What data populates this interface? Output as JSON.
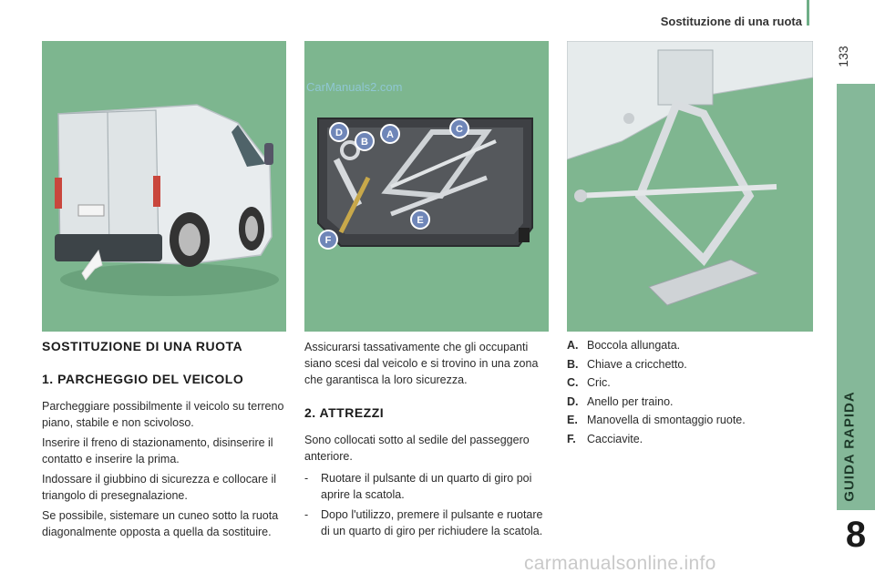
{
  "header": {
    "title": "Sostituzione di una ruota",
    "page_number": "133"
  },
  "side_tab": {
    "label": "GUIDA RAPIDA",
    "chapter_number": "8"
  },
  "figure_2": {
    "watermark": "CarManuals2.com",
    "callouts": [
      "D",
      "B",
      "A",
      "C",
      "E",
      "F"
    ]
  },
  "section_main": {
    "title": "SOSTITUZIONE DI UNA RUOTA"
  },
  "section_1": {
    "title": "1. PARCHEGGIO DEL VEICOLO",
    "paragraphs": [
      "Parcheggiare possibilmente il veicolo su terreno piano, stabile e non scivoloso.",
      "Inserire il freno di stazionamento, disinserire il contatto e inserire la prima.",
      "Indossare il giubbino di sicurezza e collocare il triangolo di presegnalazione.",
      "Se possibile, sistemare un cuneo sotto la ruota diagonalmente opposta a quella da sostituire."
    ]
  },
  "column_2": {
    "intro": "Assicurarsi tassativamente che gli occupanti siano scesi dal veicolo e si trovino in una zona che garantisca la loro sicurezza.",
    "section_2_title": "2. ATTREZZI",
    "section_2_text": "Sono collocati sotto al sedile del passeggero anteriore.",
    "bullets": [
      "Ruotare il pulsante di un quarto di giro poi aprire la scatola.",
      "Dopo l'utilizzo, premere il pulsante e ruotare di un quarto di giro per richiudere la scatola."
    ],
    "bullet_marker": "-"
  },
  "legend": [
    {
      "letter": "A.",
      "text": "Boccola allungata."
    },
    {
      "letter": "B.",
      "text": "Chiave a cricchetto."
    },
    {
      "letter": "C.",
      "text": "Cric."
    },
    {
      "letter": "D.",
      "text": "Anello per traino."
    },
    {
      "letter": "E.",
      "text": "Manovella di smontaggio ruote."
    },
    {
      "letter": "F.",
      "text": "Cacciavite."
    }
  ],
  "footer": {
    "watermark": "carmanualsonline.info"
  },
  "colors": {
    "panel_green": "#7db68f",
    "side_tab_green": "#85b899",
    "callout_blue": "#6f86b8"
  }
}
